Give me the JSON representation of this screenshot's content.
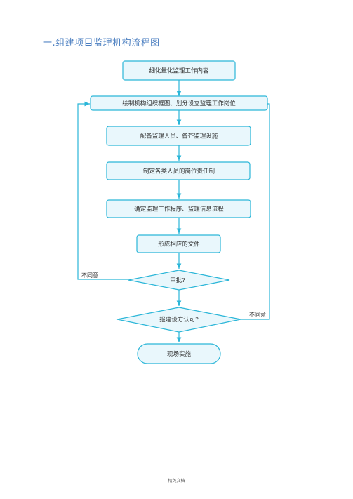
{
  "title": "一.组建项目监理机构流程图",
  "steps": {
    "s1": "细化量化监理工作内容",
    "s2": "绘制机构组织框图、划分设立监理工作岗位",
    "s3": "配备监理人员、备齐监理设施",
    "s4": "制定各类人员的岗位责任制",
    "s5": "确定监理工作程序、监理信息流程",
    "s6": "形成相应的文件",
    "d1": "审批?",
    "d2": "报建设方认可?",
    "s7": "现场实施"
  },
  "branches": {
    "reject1": "不同意",
    "reject2": "不同意"
  },
  "footer": "精英文档",
  "colors": {
    "stroke": "#2bb6d8",
    "fill": "#e9f7fc",
    "title": "#4a7ec0"
  }
}
